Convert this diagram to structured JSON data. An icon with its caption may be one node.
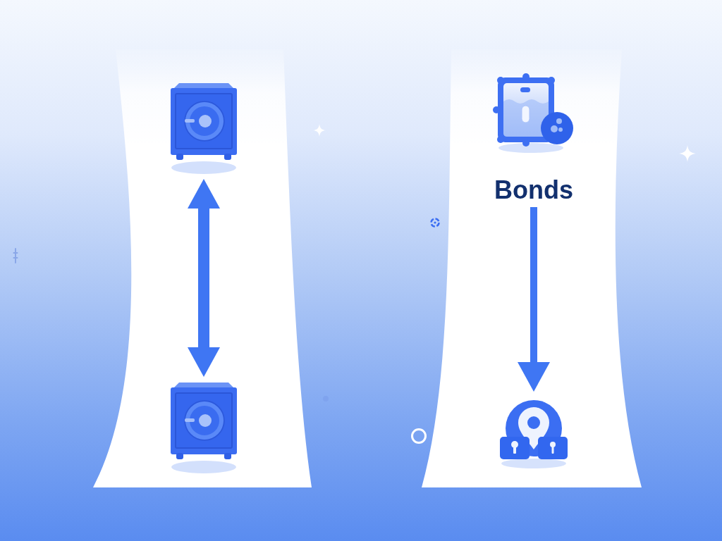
{
  "diagram": {
    "nodes": [
      {
        "text": [],
        "shape": "band"
      },
      {
        "text": [],
        "shape": "picture",
        "in": 0
      },
      {
        "text": [],
        "shape": "picture",
        "in": 0
      },
      {
        "text": [],
        "shape": "band"
      },
      {
        "text": [
          "Bonds"
        ],
        "in": 3
      },
      {
        "text": [],
        "shape": "picture",
        "in": 3
      }
    ],
    "edges": [
      {
        "from": 1,
        "to": 2,
        "arrow": "both"
      },
      {
        "from": 4,
        "to": 5,
        "arrow": "to"
      }
    ]
  }
}
